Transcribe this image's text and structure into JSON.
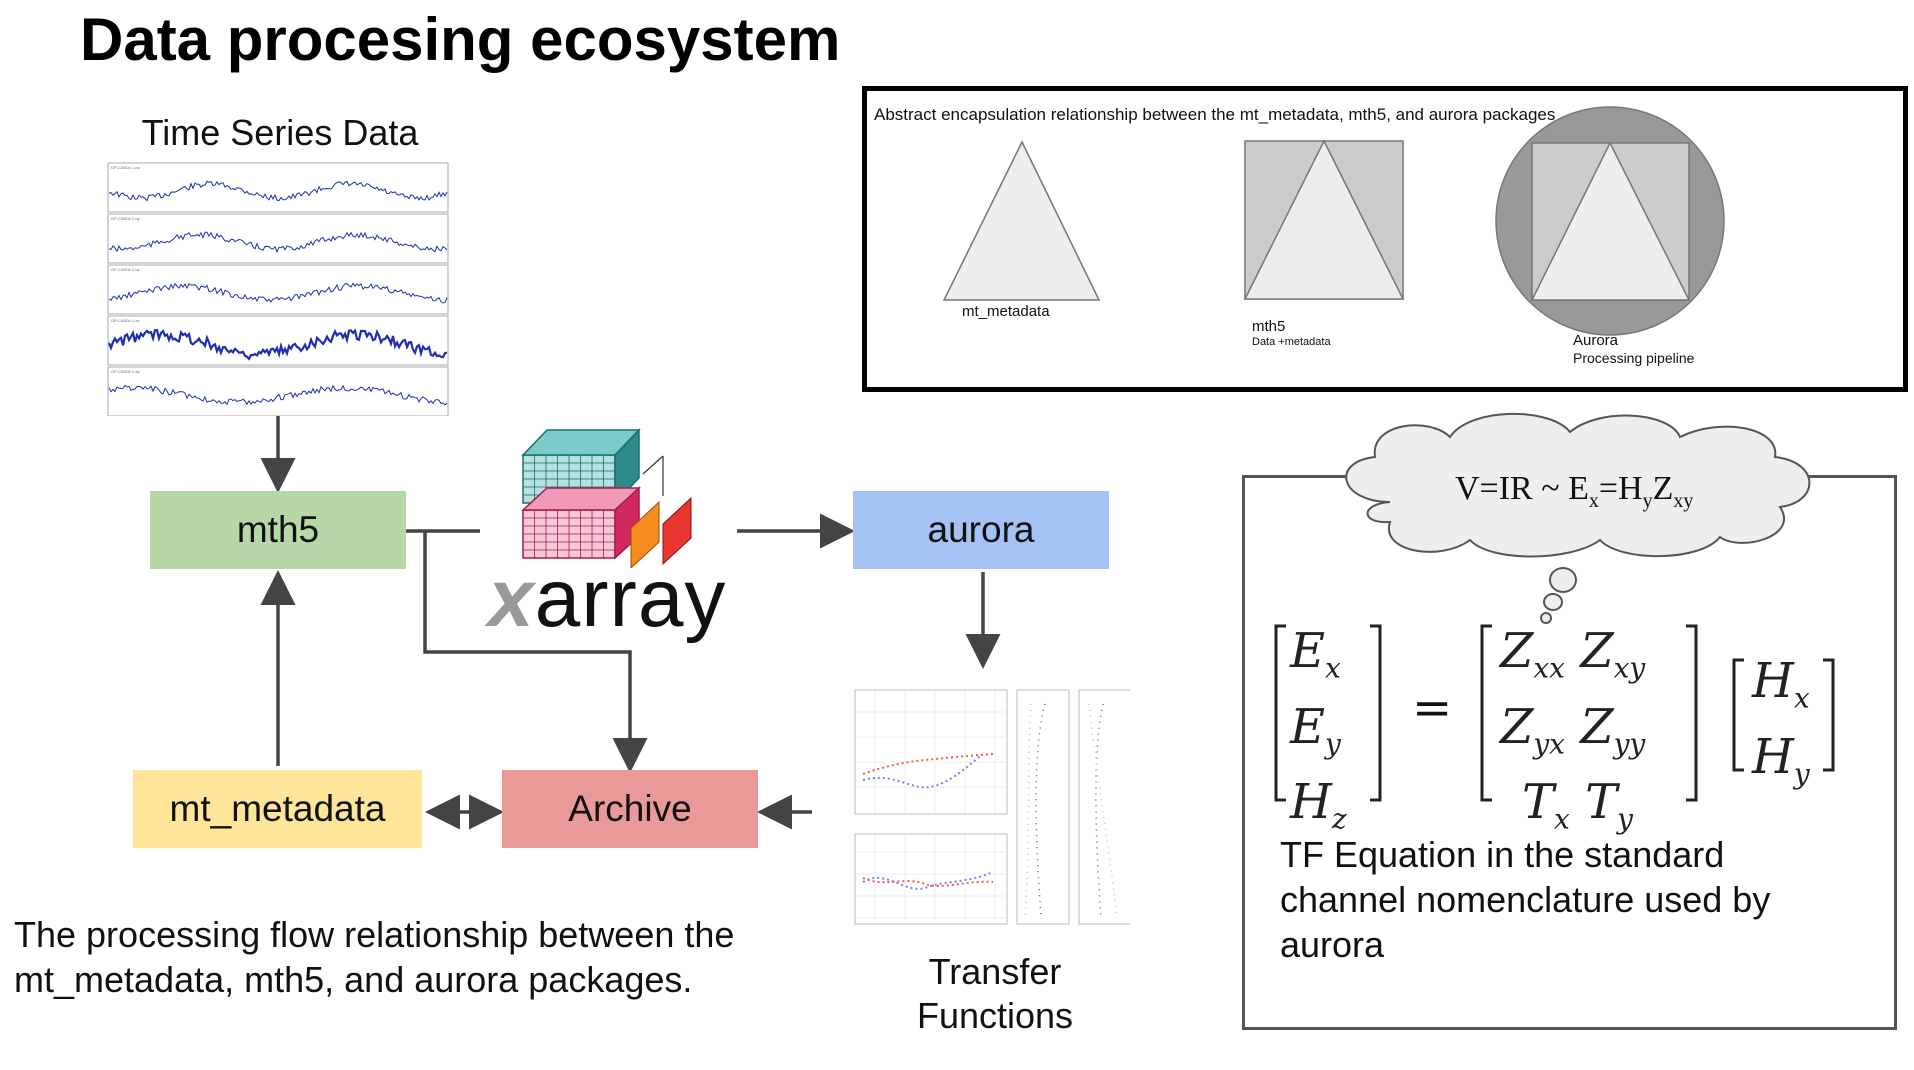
{
  "title": "Data procesing ecosystem",
  "time_series": {
    "title": "Time Series Data",
    "channel_labels": [
      "GP-CAS04 1-hx",
      "GP-CAS04 1-hy",
      "GP-CAS04 1-hz",
      "GP-CAS04 1-ex",
      "GP-CAS04 1-ey"
    ]
  },
  "flow": {
    "mth5": "mth5",
    "aurora": "aurora",
    "mt_metadata": "mt_metadata",
    "archive": "Archive",
    "xarray": {
      "x": "x",
      "rest": "array"
    },
    "transfer_functions": [
      "Transfer",
      "Functions"
    ],
    "caption": "The processing flow relationship between the mt_metadata, mth5, and aurora packages."
  },
  "colors": {
    "mth5": "#b6d7a8",
    "aurora": "#a4c2f4",
    "mt_metadata": "#ffe599",
    "archive": "#ea9999",
    "arrow": "#444444"
  },
  "abstract": {
    "caption": "Abstract encapsulation relationship between the mt_metadata, mth5, and aurora packages",
    "mt_metadata_label": "mt_metadata",
    "mth5_label": "mth5",
    "mth5_sub": "Data +metadata",
    "aurora_label": "Aurora",
    "aurora_sub": "Processing pipeline"
  },
  "equation": {
    "ohm": {
      "lhs": "V=IR ~ E",
      "e_sub": "x",
      "eq": "=H",
      "h_sub": "y",
      "z": "Z",
      "z_sub": "xy"
    },
    "lhs": [
      [
        "E",
        "x"
      ],
      [
        "E",
        "y"
      ],
      [
        "H",
        "z"
      ]
    ],
    "equals": "=",
    "matrix": [
      [
        [
          "Z",
          "xx"
        ],
        [
          "Z",
          "xy"
        ]
      ],
      [
        [
          "Z",
          "yx"
        ],
        [
          "Z",
          "yy"
        ]
      ],
      [
        [
          "T",
          "x"
        ],
        [
          "T",
          "y"
        ]
      ]
    ],
    "rhs": [
      [
        "H",
        "x"
      ],
      [
        "H",
        "y"
      ]
    ],
    "caption": "TF Equation in the standard channel nomenclature used by aurora"
  }
}
